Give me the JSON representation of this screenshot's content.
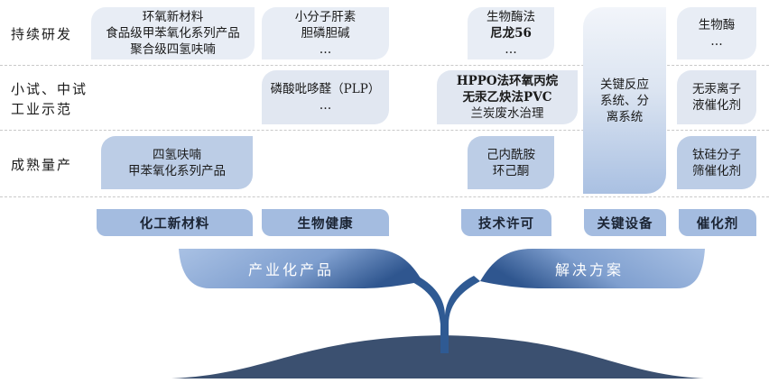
{
  "rows": {
    "r1": "持续研发",
    "r2a": "小试、中试",
    "r2b": "工业示范",
    "r3": "成熟量产"
  },
  "boxes": {
    "c1r1": [
      "环氧新材料",
      "食品级甲苯氧化系列产品",
      "聚合级四氢呋喃"
    ],
    "c2r1": [
      "小分子肝素",
      "胆磷胆碱",
      "…"
    ],
    "c3r1": [
      "生物酶法",
      "尼龙56",
      "…"
    ],
    "c5r1": [
      "生物酶",
      "…"
    ],
    "c2r2": [
      "磷酸吡哆醛（PLP）",
      "…"
    ],
    "c3r2": [
      "HPPO法环氧丙烷",
      "无汞乙炔法PVC",
      "兰炭废水治理"
    ],
    "c5r2": [
      "无汞离子",
      "液催化剂"
    ],
    "c1r3": [
      "四氢呋喃",
      "甲苯氧化系列产品"
    ],
    "c3r3": [
      "己内酰胺",
      "环己酮"
    ],
    "c5r3": [
      "钛硅分子",
      "筛催化剂"
    ],
    "c4": [
      "关键反应",
      "系统、分",
      "离系统"
    ]
  },
  "categories": [
    "化工新材料",
    "生物健康",
    "技术许可",
    "关键设备",
    "催化剂"
  ],
  "leaves": {
    "left": "产业化产品",
    "right": "解决方案"
  },
  "colors": {
    "dark": "#3b5070",
    "stem": "#2f5a93",
    "cat": "#a4bce0"
  }
}
